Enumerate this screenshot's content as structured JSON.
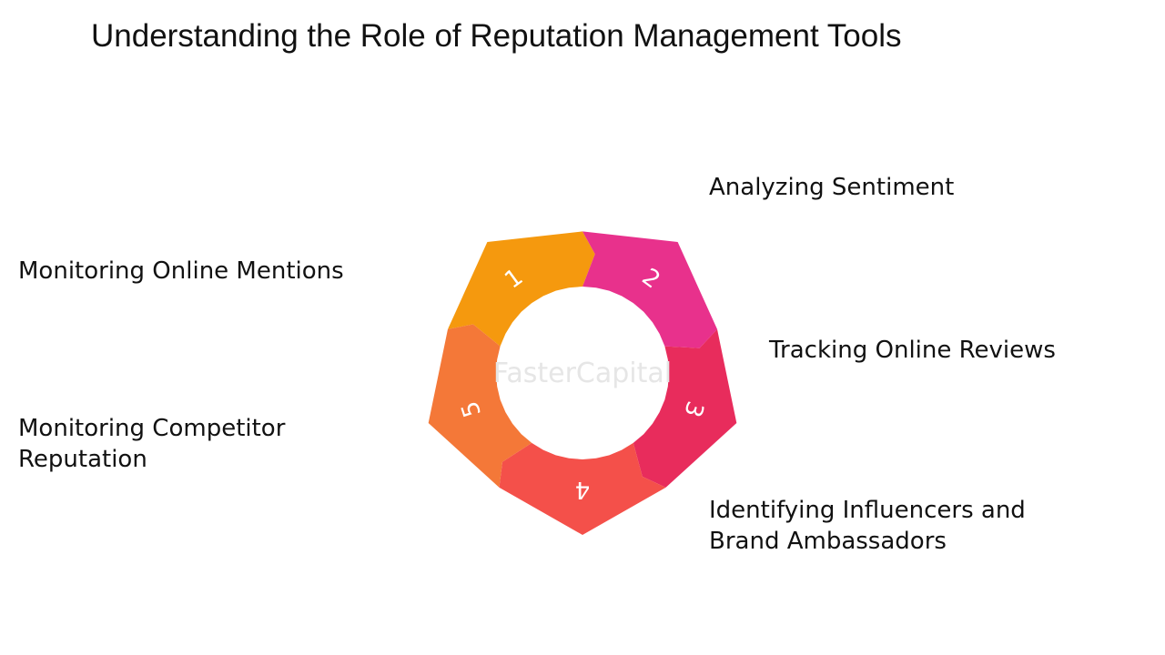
{
  "title": "Understanding the Role of Reputation Management Tools",
  "steps": [
    {
      "number": "1",
      "lines": [
        "Monitoring Online Mentions"
      ],
      "color": "#F5990E"
    },
    {
      "number": "2",
      "lines": [
        "Analyzing Sentiment"
      ],
      "color": "#E8318C"
    },
    {
      "number": "3",
      "lines": [
        "Tracking Online Reviews"
      ],
      "color": "#E82C5C"
    },
    {
      "number": "4",
      "lines": [
        "Identifying Influencers and",
        "Brand Ambassadors"
      ],
      "color": "#F4504A"
    },
    {
      "number": "5",
      "lines": [
        "Monitoring Competitor",
        "Reputation"
      ],
      "color": "#F47838"
    }
  ],
  "watermark": "FasterCapital"
}
